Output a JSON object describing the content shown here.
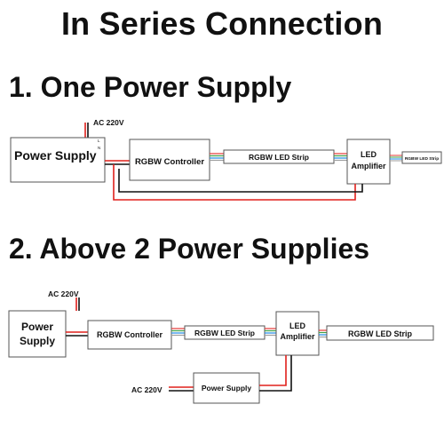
{
  "title": "In Series Connection",
  "section1": {
    "heading": "1. One Power Supply",
    "ac_label": "AC 220V",
    "terminals": [
      "L",
      "N"
    ],
    "power_supply": "Power Supply",
    "controller": "RGBW Controller",
    "strip": "RGBW LED Strip",
    "amplifier": [
      "LED",
      "Amplifier"
    ],
    "strip_small": "RGBW LED Strip"
  },
  "section2": {
    "heading": "2. Above 2 Power Supplies",
    "ac_label": "AC 220V",
    "power_supply": [
      "Power",
      "Supply"
    ],
    "controller": "RGBW Controller",
    "strip": "RGBW LED Strip",
    "amplifier": [
      "LED",
      "Amplifier"
    ],
    "strip_end": "RGBW LED Strip",
    "ac_label_2": "AC 220V",
    "power_supply_2": "Power Supply"
  },
  "colors": {
    "positive_wire": "#e0201c",
    "negative_wire": "#111111",
    "rgbw_wires": [
      "#e53935",
      "#43a047",
      "#1e88e5",
      "#9e9e9e"
    ]
  }
}
